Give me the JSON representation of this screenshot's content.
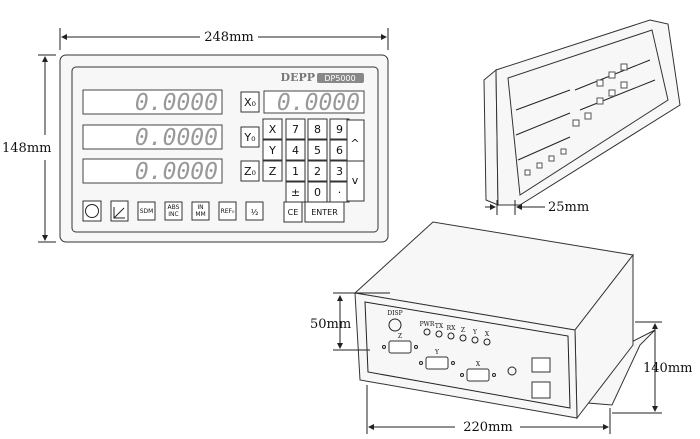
{
  "dimensions": {
    "width": "248mm",
    "height": "148mm",
    "depth_side": "25mm",
    "connector_height": "50mm",
    "box_width": "220mm",
    "box_height": "140mm"
  },
  "brand": {
    "name": "DEPP",
    "model": "DP5000"
  },
  "displays": [
    "0.0000",
    "0.0000",
    "0.0000"
  ],
  "aux_display": "0.0000",
  "axis_keys": [
    "X₀",
    "Y₀",
    "Z₀"
  ],
  "keypad": [
    [
      "X",
      "7",
      "8",
      "9"
    ],
    [
      "Y",
      "4",
      "5",
      "6"
    ],
    [
      "Z",
      "1",
      "2",
      "3"
    ],
    [
      "",
      "±",
      "0",
      "·"
    ]
  ],
  "arrows": [
    "^",
    "v"
  ],
  "function_keys": [
    "SDM",
    "ABS",
    "INC",
    "IN",
    "MM",
    "REF₀",
    "½"
  ],
  "ce": "CE",
  "enter": "ENTER",
  "rear": {
    "disp": "DISP",
    "leds": [
      "PWR",
      "TX",
      "RX",
      "Z",
      "Y",
      "X"
    ],
    "ports": [
      "Z",
      "Y",
      "X"
    ]
  }
}
